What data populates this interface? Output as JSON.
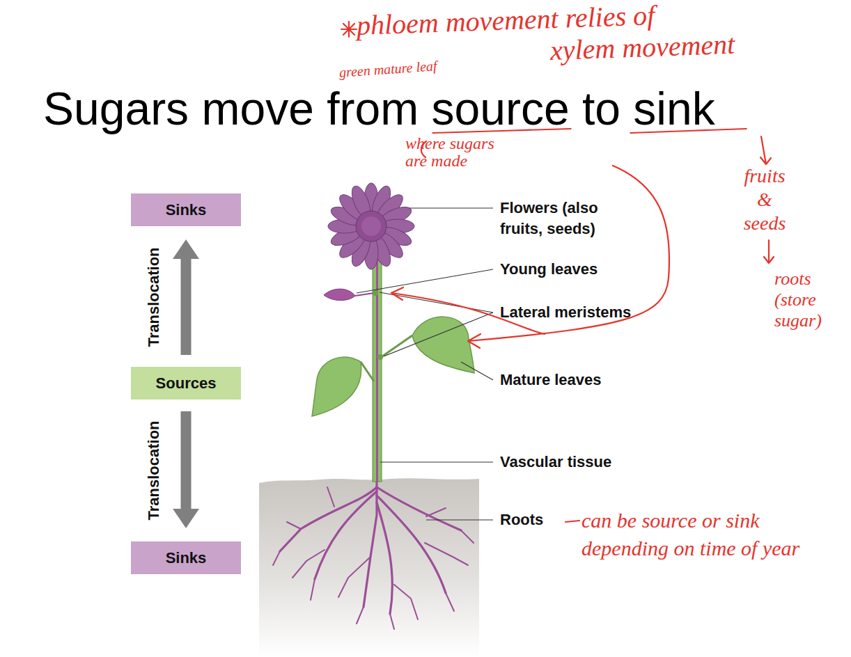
{
  "diagram": {
    "title": "Sugars move from source to sink",
    "nodes": [
      {
        "text": [
          "Sinks"
        ]
      },
      {
        "text": [
          "Sources"
        ]
      },
      {
        "text": [
          "Sinks"
        ]
      }
    ],
    "edges": [
      {
        "from": 1,
        "to": 0,
        "arrow": "to",
        "label": "Translocation"
      },
      {
        "from": 1,
        "to": 2,
        "arrow": "to",
        "label": "Translocation"
      }
    ],
    "labels": [
      "phloem movement relies of",
      "xylem movement",
      "green mature leaf",
      "where sugars are made",
      "fruits & seeds",
      "roots (store sugar)",
      "Flowers (also fruits, seeds)",
      "Young leaves",
      "Lateral meristems",
      "Mature leaves",
      "Vascular tissue",
      "Roots",
      "can be source or sink depending on time of year"
    ]
  }
}
